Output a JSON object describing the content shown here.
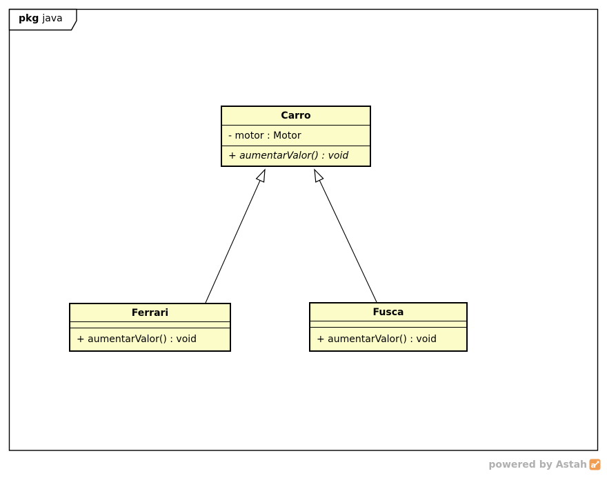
{
  "diagram": {
    "type": "uml-class-diagram",
    "frame": {
      "keyword": "pkg",
      "title": "java"
    },
    "classes": [
      {
        "name": "Carro",
        "attributes": [
          "- motor : Motor"
        ],
        "methods": [
          "+ aumentarValor() : void"
        ],
        "method_abstract": true
      },
      {
        "name": "Ferrari",
        "attributes": [],
        "methods": [
          "+ aumentarValor() : void"
        ],
        "method_abstract": false
      },
      {
        "name": "Fusca",
        "attributes": [],
        "methods": [
          "+ aumentarValor() : void"
        ],
        "method_abstract": false
      }
    ],
    "relations": [
      {
        "type": "generalization",
        "from": "Ferrari",
        "to": "Carro"
      },
      {
        "type": "generalization",
        "from": "Fusca",
        "to": "Carro"
      }
    ]
  },
  "watermark": {
    "text": "powered by Astah",
    "logo": "astah-logo"
  },
  "colors": {
    "class_fill": "#fcfcc8",
    "stroke": "#000000",
    "watermark_text": "#b0b0b0",
    "logo_orange": "#f09d52"
  }
}
